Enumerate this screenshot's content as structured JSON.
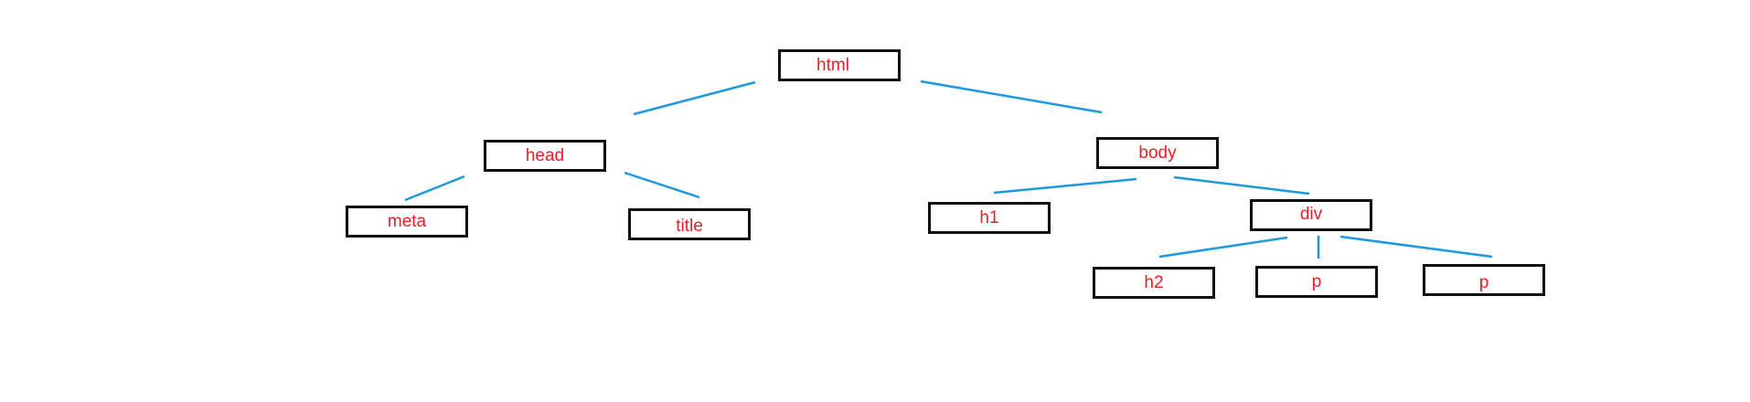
{
  "colors": {
    "edge": "#1c9ade",
    "node_border": "#111111",
    "label": "#ee1c24",
    "background": "#ffffff"
  },
  "nodes": {
    "html": "html",
    "head": "head",
    "body": "body",
    "meta": "meta",
    "title": "title",
    "h1": "h1",
    "div": "div",
    "h2": "h2",
    "p1": "p",
    "p2": "p"
  },
  "edges": [
    [
      "html",
      "head"
    ],
    [
      "html",
      "body"
    ],
    [
      "head",
      "meta"
    ],
    [
      "head",
      "title"
    ],
    [
      "body",
      "h1"
    ],
    [
      "body",
      "div"
    ],
    [
      "div",
      "h2"
    ],
    [
      "div",
      "p1"
    ],
    [
      "div",
      "p2"
    ]
  ]
}
